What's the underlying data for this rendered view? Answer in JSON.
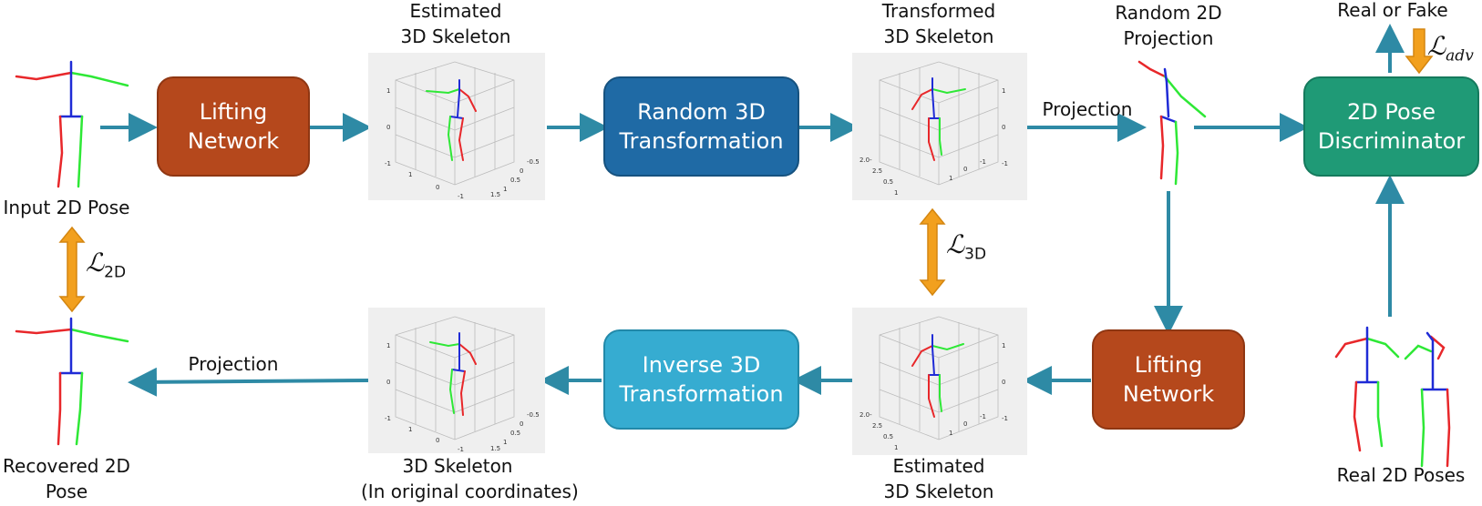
{
  "boxes": {
    "lifting_top": [
      "Lifting",
      "Network"
    ],
    "random_3d": [
      "Random 3D",
      "Transformation"
    ],
    "discriminator": [
      "2D Pose",
      "Discriminator"
    ],
    "inverse_3d": [
      "Inverse 3D",
      "Transformation"
    ],
    "lifting_bottom": [
      "Lifting",
      "Network"
    ]
  },
  "labels": {
    "input_2d_pose": "Input 2D Pose",
    "estimated_top": [
      "Estimated",
      "3D Skeleton"
    ],
    "transformed": [
      "Transformed",
      "3D Skeleton"
    ],
    "random_2d_projection": [
      "Random 2D",
      "Projection"
    ],
    "real_or_fake": "Real or Fake",
    "projection_top": "Projection",
    "projection_bottom": "Projection",
    "recovered": [
      "Recovered 2D",
      "Pose"
    ],
    "skeleton_original": [
      "3D Skeleton",
      "(In original coordinates)"
    ],
    "estimated_bottom": [
      "Estimated",
      "3D Skeleton"
    ],
    "real_2d_poses": "Real 2D Poses"
  },
  "losses": {
    "l2d": {
      "symbol": "ℒ",
      "sub": "2D"
    },
    "l3d": {
      "symbol": "ℒ",
      "sub": "3D"
    },
    "ladv": {
      "symbol": "ℒ",
      "sub": "adv"
    }
  },
  "plot_ticks": {
    "upright_y": [
      "1",
      "0",
      "-1"
    ],
    "upright_x": [
      "1",
      "0",
      "-1"
    ],
    "upright_z": [
      "-0.5",
      "0",
      "0.5",
      "1",
      "1.5"
    ],
    "flipped_y": [
      "1",
      "0",
      "-1"
    ],
    "flipped_x": [
      "2.0-",
      "2.5",
      "0.5",
      "1"
    ],
    "flipped_z": [
      "1",
      "0",
      "-1"
    ]
  },
  "colors": {
    "arrow": "#2e8aa5",
    "loss_arrow": "#f2a01e",
    "lifting": "#b5481c",
    "random": "#1f6aa5",
    "inverse": "#36acd1",
    "discriminator": "#1f9a76",
    "skeleton_left": "#e8272a",
    "skeleton_right": "#2ee836",
    "skeleton_torso": "#1f2bd6"
  }
}
